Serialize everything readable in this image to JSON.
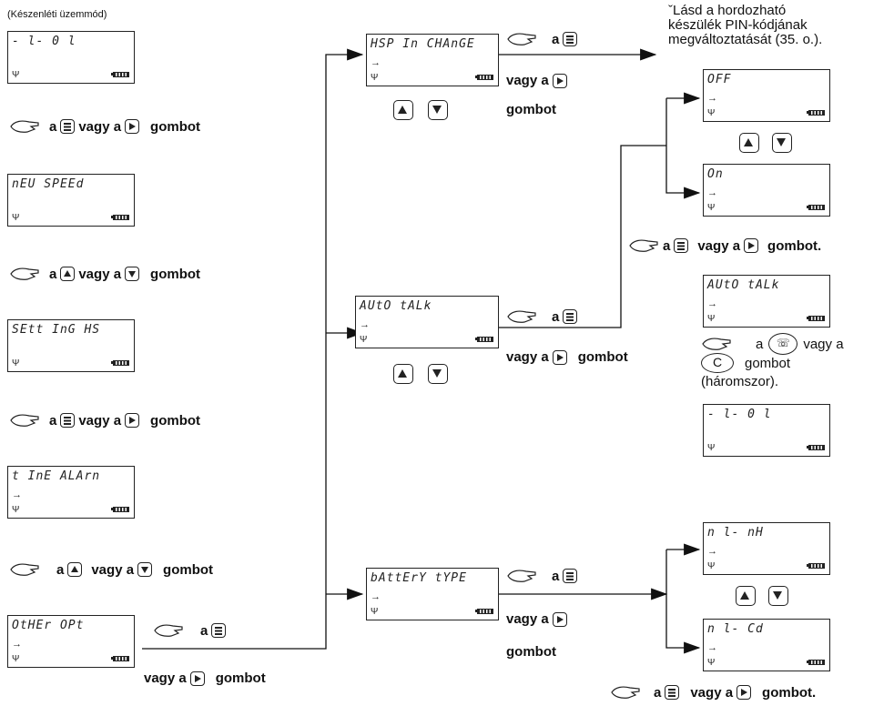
{
  "header_label": "(Készenléti üzemmód)",
  "screens": {
    "standby": "- l-   0 l",
    "new_speed": "nEU SPEEd",
    "setting_hs": "SEtt InG HS",
    "time_alarm": "t InE ALArn",
    "other_opt": "OtHEr OPt",
    "hsp_in_change": "HSP In CHAnGE",
    "auto_talk": "AUtO tALk",
    "battery_type": "bAttErY tYPE",
    "off": "OFF",
    "on": "On",
    "auto_talk_2": "AUtO tALk",
    "standby_2": "- l-   0 l",
    "ni_mh": "n l- nH",
    "ni_cd": "n l- Cd"
  },
  "labels": {
    "a": "a",
    "vagy_a": "vagy a",
    "gombot": "gombot",
    "gombot_dot": "gombot.",
    "haromszor": "(háromszor).",
    "c_key": "C"
  },
  "note_pin": [
    "ˇLásd a hordozható",
    "készülék PIN-kódjának",
    "megváltoztatását (35. o.)."
  ],
  "icons": [
    "hand-icon",
    "menu-key-icon",
    "right-key-icon",
    "up-key-icon",
    "down-key-icon",
    "talk-key-icon",
    "c-key-icon",
    "antenna-icon",
    "battery-icon"
  ]
}
